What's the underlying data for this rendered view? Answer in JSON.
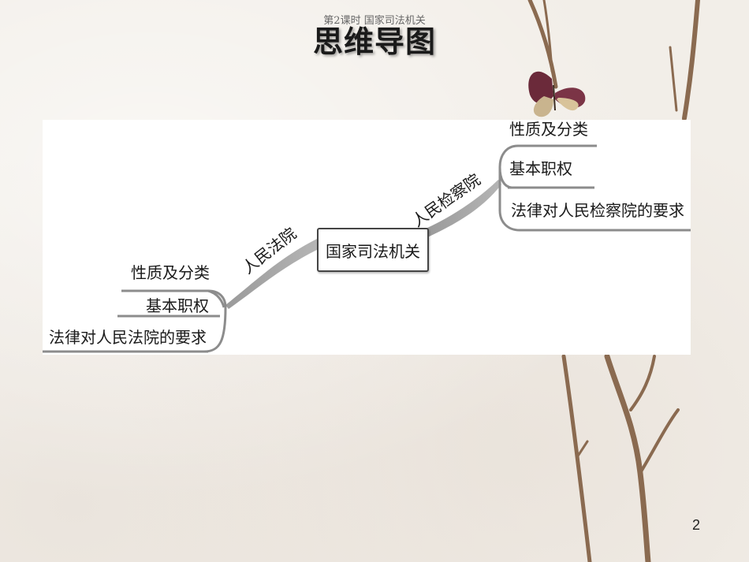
{
  "header": {
    "subtitle": "第2课时  国家司法机关",
    "title": "思维导图"
  },
  "mindmap": {
    "center": "国家司法机关",
    "left_branch": {
      "label": "人民法院",
      "items": [
        "性质及分类",
        "基本职权",
        "法律对人民法院的要求"
      ]
    },
    "right_branch": {
      "label": "人民检察院",
      "items": [
        "性质及分类",
        "基本职权",
        "法律对人民检察院的要求"
      ]
    }
  },
  "footer": {
    "page_number": "2"
  }
}
